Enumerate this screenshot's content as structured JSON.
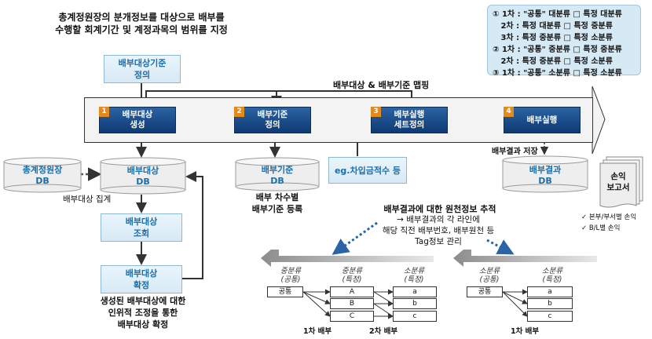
{
  "intro_text": "총계정원장의 분개정보를 대상으로 배부를\n수행할 회계기간 및 계정과목의 범위를 지정",
  "note_lines": [
    "① 1차 : \"공통\" 대분류 □ 특정 대분류",
    "   2차 : 특정 대분류 □ 특정 중분류",
    "   3차 : 특정 중분류 □ 특정 소분류",
    "② 1차 : \"공통\" 중분류 □ 특정 중분류",
    "   2차 : 특정 중분류 □ 특정 소분류",
    "③ 1차 : \"공통\" 소분류 □ 특정 소분류"
  ],
  "define_box": "배부대상기준\n정의",
  "mapping_label": "배부대상 & 배부기준 맵핑",
  "steps": [
    {
      "num": "1",
      "label": "배부대상\n생성"
    },
    {
      "num": "2",
      "label": "배부기준\n정의"
    },
    {
      "num": "3",
      "label": "배부실행\n세트정의"
    },
    {
      "num": "4",
      "label": "배부실행"
    }
  ],
  "result_save_label": "배부결과 저장",
  "db_ledger": "총계정원장\nDB",
  "db_target": "배부대상\nDB",
  "db_basis": "배부기준\nDB",
  "db_result": "배부결과\nDB",
  "example_box": "eg.차입금적수 등",
  "aggregate_label": "배부대상 집계",
  "basis_caption": "배부 차수별\n배부기준 등록",
  "query_box": "배부대상\n조회",
  "confirm_box": "배부대상\n확정",
  "confirm_caption": "생성된 배부대상에 대한\n인위적 조정을 통한\n배부대상 확정",
  "report_box": "손익\n보고서",
  "report_items": [
    "✓ 본부/부서별 손익",
    "✓ B/L별 손익"
  ],
  "trace_title": "배부결과에 대한 원천정보 추적",
  "trace_text": "→ 배부결과의 각 라인에\n해당 직전 배부번호, 배부원천 등\nTag정보 관리",
  "left_flow": {
    "headers": [
      "중분류\n(공통)",
      "중분류\n(특정)",
      "소분류\n(특정)"
    ],
    "common": "공통",
    "mid": [
      "A",
      "B",
      "C"
    ],
    "low": [
      "a",
      "b",
      "c"
    ],
    "step1": "1차 배부",
    "step2": "2차 배부"
  },
  "right_flow": {
    "headers": [
      "소분류\n(공통)",
      "소분류\n(특정)"
    ],
    "common": "공통",
    "low": [
      "a",
      "b",
      "c"
    ],
    "step1": "1차 배부"
  },
  "colors": {
    "step_bg": "#0e3a73",
    "number_badge": "#e38a1e",
    "label_blue": "#1d6ea8",
    "note_bg": "#d6eaf6"
  }
}
